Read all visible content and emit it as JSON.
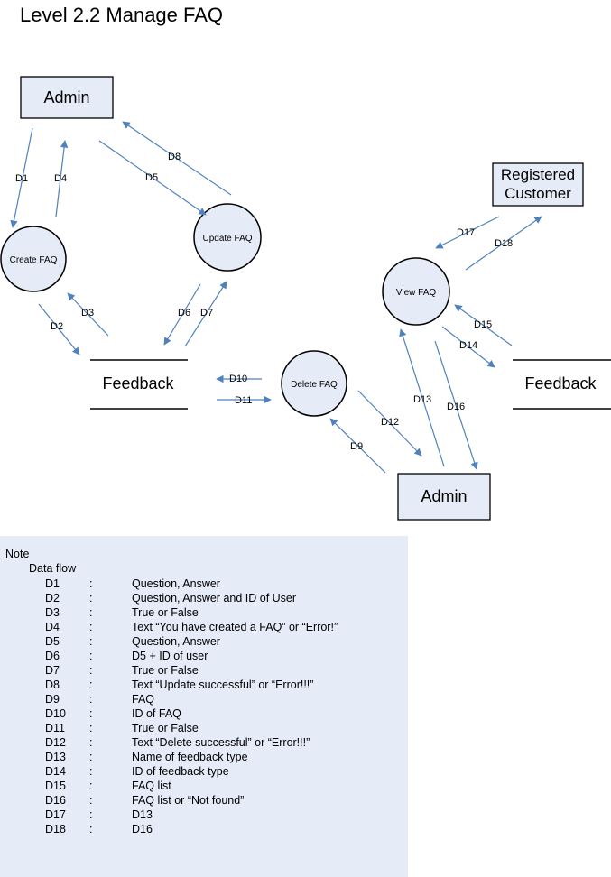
{
  "title": "Level 2.2 Manage FAQ",
  "colors": {
    "entity_fill": "#e6ecf7",
    "process_fill": "#e6ecf7",
    "arrow": "#4f81bd",
    "stroke": "#000000"
  },
  "entities": {
    "admin_top": "Admin",
    "registered_customer": [
      "Registered",
      "Customer"
    ],
    "admin_bottom": "Admin"
  },
  "processes": {
    "create_faq": "Create FAQ",
    "update_faq": "Update FAQ",
    "view_faq": "View FAQ",
    "delete_faq": "Delete FAQ"
  },
  "stores": {
    "feedback_left": "Feedback",
    "feedback_right": "Feedback"
  },
  "flows": {
    "D1": "D1",
    "D2": "D2",
    "D3": "D3",
    "D4": "D4",
    "D5": "D5",
    "D6": "D6",
    "D7": "D7",
    "D8": "D8",
    "D9": "D9",
    "D10": "D10",
    "D11": "D11",
    "D12": "D12",
    "D13": "D13",
    "D14": "D14",
    "D15": "D15",
    "D16": "D16",
    "D17": "D17",
    "D18": "D18"
  },
  "note": {
    "heading": "Note",
    "subheading": "Data flow",
    "separator": ":",
    "rows": [
      {
        "id": "D1",
        "desc": "Question, Answer"
      },
      {
        "id": "D2",
        "desc": "Question, Answer and ID of User"
      },
      {
        "id": "D3",
        "desc": "True or False"
      },
      {
        "id": "D4",
        "desc": "Text “You have created a FAQ” or “Error!”"
      },
      {
        "id": "D5",
        "desc": "Question, Answer"
      },
      {
        "id": "D6",
        "desc": "D5 + ID of user"
      },
      {
        "id": "D7",
        "desc": "True or False"
      },
      {
        "id": "D8",
        "desc": "Text “Update successful” or “Error!!!”"
      },
      {
        "id": "D9",
        "desc": "FAQ"
      },
      {
        "id": "D10",
        "desc": "ID of FAQ"
      },
      {
        "id": "D11",
        "desc": "True or False"
      },
      {
        "id": "D12",
        "desc": "Text “Delete successful” or “Error!!!”"
      },
      {
        "id": "D13",
        "desc": "Name of feedback type"
      },
      {
        "id": "D14",
        "desc": "ID of feedback type"
      },
      {
        "id": "D15",
        "desc": "FAQ list"
      },
      {
        "id": "D16",
        "desc": "FAQ list or “Not found”"
      },
      {
        "id": "D17",
        "desc": "D13"
      },
      {
        "id": "D18",
        "desc": "D16"
      }
    ]
  }
}
